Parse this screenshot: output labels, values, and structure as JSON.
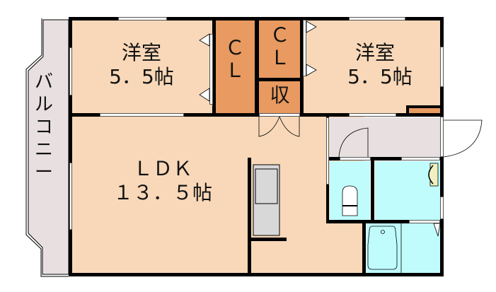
{
  "floor_plan": {
    "colors": {
      "room": "#F8D8B8",
      "closet": "#E89A60",
      "balcony": "#E8E0E0",
      "entrance": "#E8E0E0",
      "wet_area": "#C0FCFC",
      "wall": "#000000",
      "sink": "#D8D8D8"
    },
    "rooms": [
      {
        "id": "western-room-left",
        "name": "洋室",
        "size": "5．5帖"
      },
      {
        "id": "western-room-right",
        "name": "洋室",
        "size": "5．5帖"
      },
      {
        "id": "ldk",
        "name": "ＬＤＫ",
        "size": "１３．５帖"
      }
    ],
    "closets": [
      {
        "id": "closet-tall",
        "label": "Ｃ\nＬ"
      },
      {
        "id": "closet-small",
        "label": "Ｃ\nＬ"
      },
      {
        "id": "storage",
        "label": "収"
      }
    ],
    "balcony": {
      "label": "バ\nル\nコ\nニ\nー"
    }
  }
}
